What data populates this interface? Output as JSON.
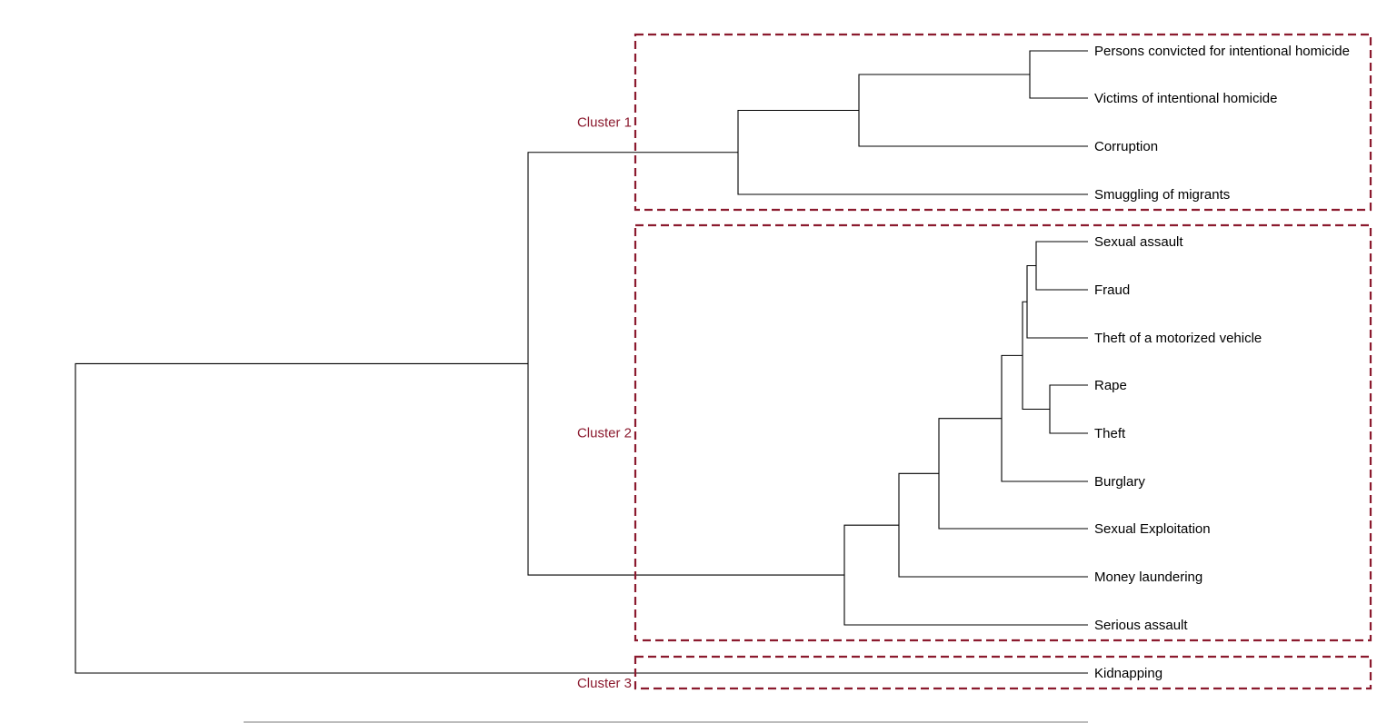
{
  "colors": {
    "cluster": "#8b1a2e",
    "branch": "#000000",
    "baseline": "#7a7a7a"
  },
  "labels": [
    "Persons convicted for intentional homicide",
    "Victims of intentional homicide",
    "Corruption",
    "Smuggling of migrants",
    "Sexual assault",
    "Fraud",
    "Theft of a motorized vehicle",
    "Rape",
    "Theft",
    "Burglary",
    "Sexual Exploitation",
    "Money laundering",
    "Serious assault",
    "Kidnapping"
  ],
  "clusters": [
    {
      "label": "Cluster 1",
      "leaves": [
        0,
        3
      ]
    },
    {
      "label": "Cluster 2",
      "leaves": [
        4,
        12
      ]
    },
    {
      "label": "Cluster 3",
      "leaves": [
        13,
        13
      ]
    }
  ]
}
